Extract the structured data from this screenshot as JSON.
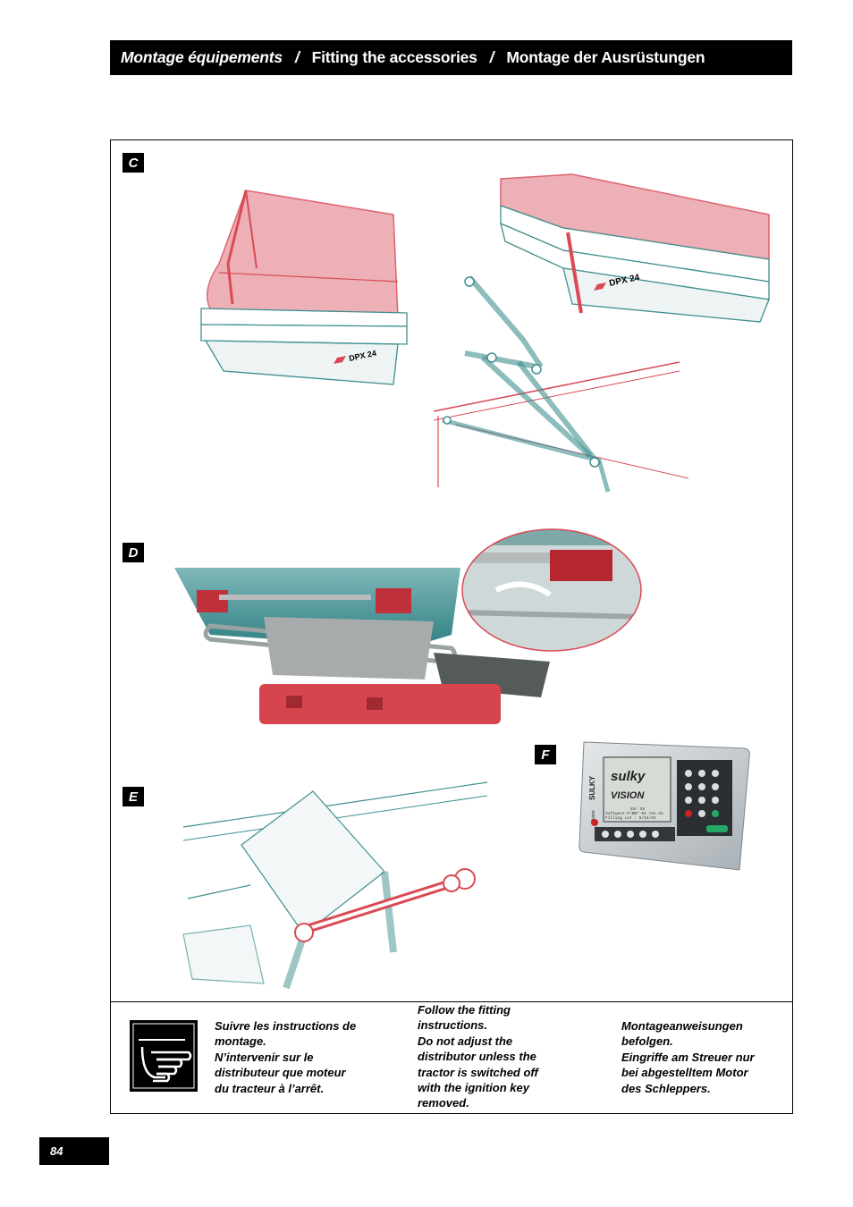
{
  "header": {
    "title_fr": "Montage équipements",
    "separator": "/",
    "title_en": "Fitting the accessories",
    "title_de": "Montage der Ausrüstungen"
  },
  "figures": {
    "c_label": "C",
    "d_label": "D",
    "e_label": "E",
    "f_label": "F",
    "dpx_label_1": "DPX 24",
    "dpx_label_2": "DPX 24",
    "console_brand": "sulky",
    "console_product": "VISION",
    "console_side_text": "SULKY",
    "console_side_small": "Vision",
    "console_screen_line1": "XX/ XX",
    "console_screen_line2": "Software P/NN*-01 rev.XX",
    "console_screen_line3": "Filling Lot : 5/14/XX"
  },
  "notes": {
    "fr": [
      "Suivre les instructions de",
      "montage.",
      "N’intervenir sur le",
      "distributeur que moteur",
      "du tracteur à l’arrêt."
    ],
    "en": [
      "Follow the fitting",
      "instructions.",
      "Do not adjust the",
      "distributor unless the",
      "tractor is switched off",
      "with the ignition key",
      "removed."
    ],
    "de": [
      "Montageanweisungen",
      "befolgen.",
      "Eingriffe am Streuer nur",
      "bei abgestelltem Motor",
      "des Schleppers."
    ]
  },
  "page": {
    "number": "84"
  },
  "colors": {
    "red": "#d94a55",
    "teal": "#3f8f8f",
    "black": "#000000"
  }
}
